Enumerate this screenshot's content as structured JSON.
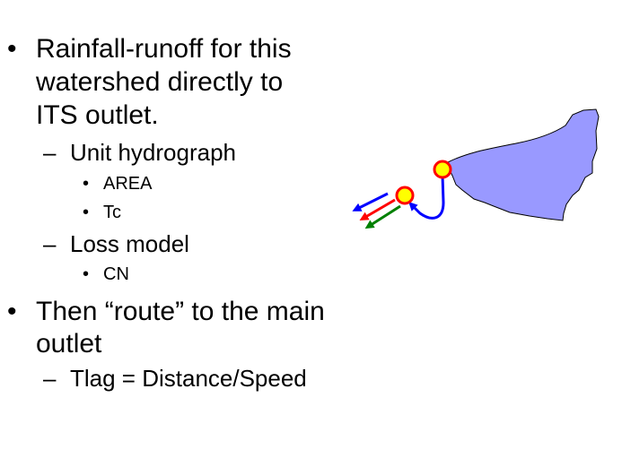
{
  "slide": {
    "bullets": [
      {
        "text": "Rainfall-runoff for this watershed directly to ITS outlet.",
        "lines": [
          "Rainfall-runoff for this",
          "watershed directly to",
          "ITS outlet."
        ],
        "sub": [
          {
            "text": "Unit hydrograph",
            "sub": [
              "AREA",
              "Tc"
            ]
          },
          {
            "text": "Loss model",
            "sub": [
              "CN"
            ]
          }
        ]
      },
      {
        "text": "Then “route” to the main outlet",
        "lines": [
          "Then “route” to the main",
          "outlet"
        ],
        "sub": [
          {
            "text": "Tlag = Distance/Speed",
            "sub": []
          }
        ]
      }
    ],
    "bullet_glyph": "•",
    "dash_glyph": "–"
  },
  "diagram": {
    "watershed_color": "#9999FF",
    "outlet_fill": "#FFFF00",
    "outlet_stroke": "#FF0000",
    "route_color": "#0000FF",
    "arrow_colors": [
      "#0000FF",
      "#FF0000",
      "#008000"
    ]
  }
}
